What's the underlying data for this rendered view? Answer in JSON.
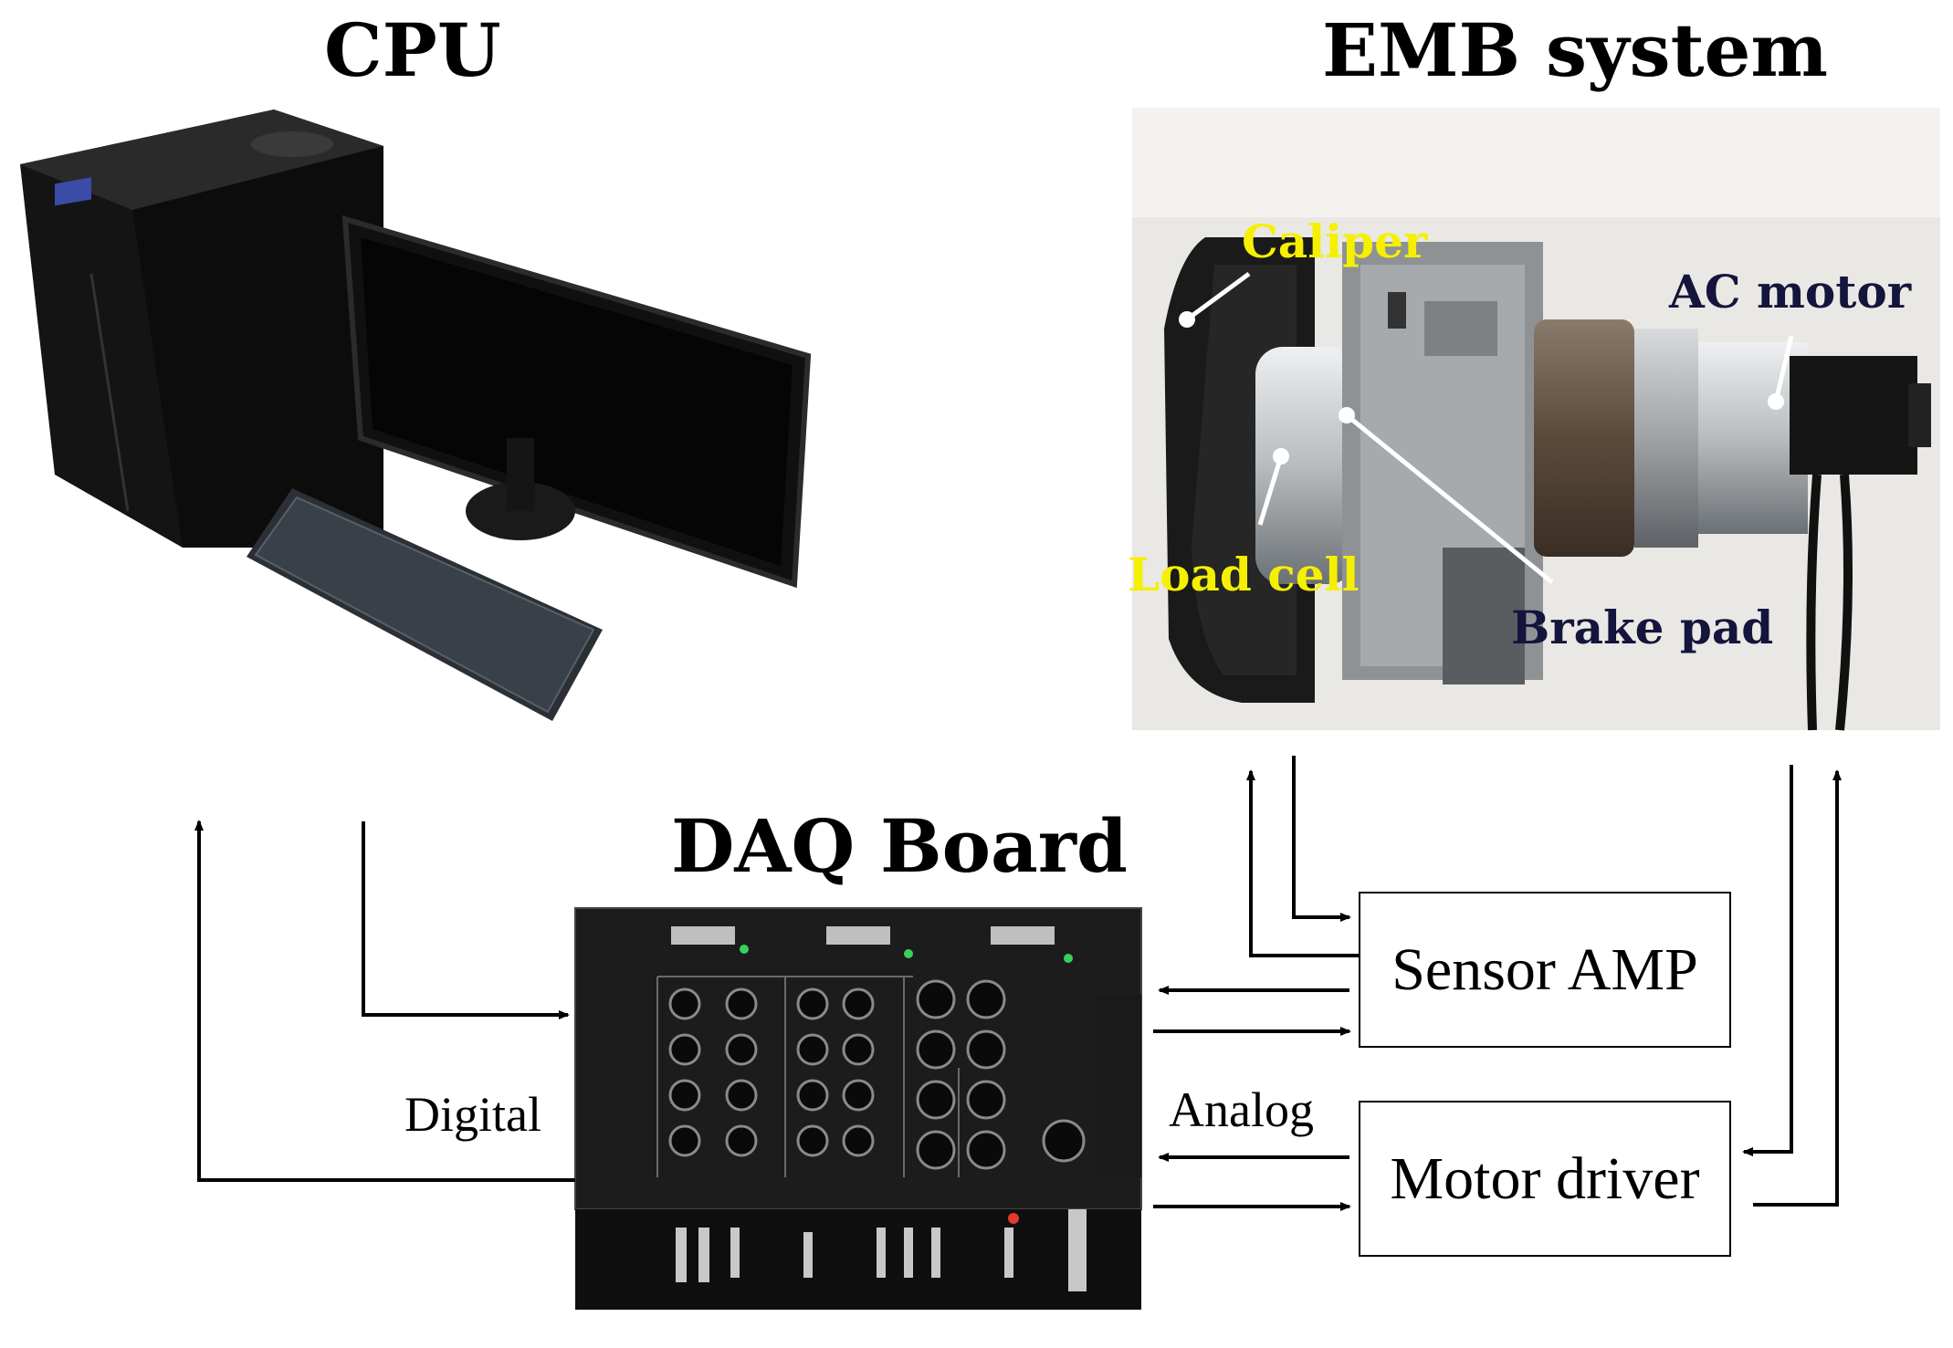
{
  "titles": {
    "cpu": "CPU",
    "emb": "EMB system",
    "daq": "DAQ Board"
  },
  "boxes": {
    "sensor_amp": "Sensor AMP",
    "motor_driver": "Motor driver"
  },
  "signals": {
    "digital": "Digital",
    "analog": "Analog"
  },
  "emb_labels": {
    "caliper": "Caliper",
    "ac_motor": "AC motor",
    "load_cell": "Load cell",
    "brake_pad": "Brake pad"
  },
  "colors": {
    "yellow_label": "#f5f000",
    "navy_label": "#14143c",
    "line": "#000000"
  }
}
